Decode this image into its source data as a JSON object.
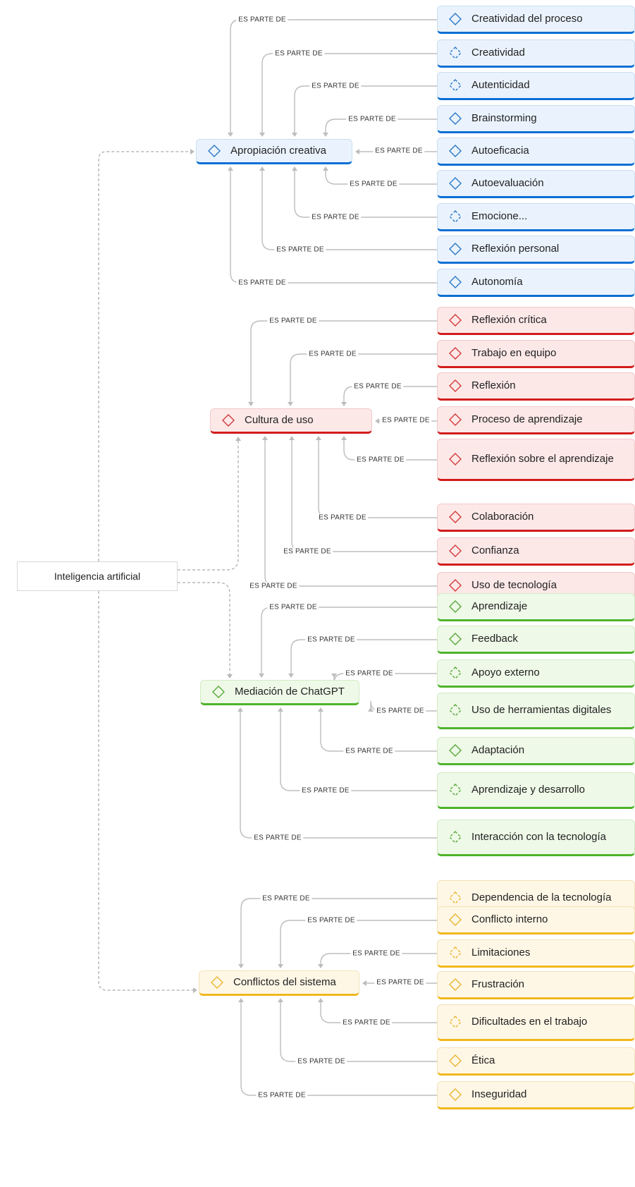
{
  "root": {
    "label": "Inteligencia artificial"
  },
  "edge_label": "ES PARTE DE",
  "groups": [
    {
      "id": "apropiacion",
      "label": "Apropiación creativa",
      "colors": {
        "bg": "#eaf3fd",
        "border": "#0b6fd4",
        "frame": "#c9ddf2",
        "icon": "#2b78c8"
      },
      "children": [
        {
          "label": "Creatividad del proceso",
          "icon": "solid"
        },
        {
          "label": "Creatividad",
          "icon": "dashed"
        },
        {
          "label": "Autenticidad",
          "icon": "dashed"
        },
        {
          "label": "Brainstorming",
          "icon": "solid"
        },
        {
          "label": "Autoeficacia",
          "icon": "solid"
        },
        {
          "label": "Autoevaluación",
          "icon": "solid"
        },
        {
          "label": "Emocione...",
          "icon": "dashed"
        },
        {
          "label": "Reflexión personal",
          "icon": "solid"
        },
        {
          "label": "Autonomía",
          "icon": "solid"
        }
      ]
    },
    {
      "id": "cultura",
      "label": "Cultura de uso",
      "colors": {
        "bg": "#fde8e8",
        "border": "#d21c1c",
        "frame": "#f1c8c8",
        "icon": "#d23a3a"
      },
      "children": [
        {
          "label": "Reflexión crítica",
          "icon": "solid"
        },
        {
          "label": "Trabajo en equipo",
          "icon": "solid"
        },
        {
          "label": "Reflexión",
          "icon": "solid"
        },
        {
          "label": "Proceso de aprendizaje",
          "icon": "solid"
        },
        {
          "label": "Reflexión sobre el aprendizaje",
          "icon": "solid"
        },
        {
          "label": "Colaboración",
          "icon": "solid"
        },
        {
          "label": "Confianza",
          "icon": "solid"
        },
        {
          "label": "Uso de tecnología",
          "icon": "solid"
        }
      ]
    },
    {
      "id": "mediacion",
      "label": "Mediación de ChatGPT",
      "colors": {
        "bg": "#eef9e8",
        "border": "#4fb32b",
        "frame": "#d2ebc4",
        "icon": "#5aa83a"
      },
      "children": [
        {
          "label": "Aprendizaje",
          "icon": "solid"
        },
        {
          "label": "Feedback",
          "icon": "solid"
        },
        {
          "label": "Apoyo externo",
          "icon": "dashed"
        },
        {
          "label": "Uso de herramientas digitales",
          "icon": "dashed"
        },
        {
          "label": "Adaptación",
          "icon": "solid"
        },
        {
          "label": "Aprendizaje y desarrollo",
          "icon": "dashed"
        },
        {
          "label": "Interacción con la tecnología",
          "icon": "dashed"
        }
      ]
    },
    {
      "id": "conflictos",
      "label": "Conflictos del sistema",
      "colors": {
        "bg": "#fff7e6",
        "border": "#f0b81c",
        "frame": "#f3e2b8",
        "icon": "#e9b531"
      },
      "children": [
        {
          "label": "Dependencia de la tecnología",
          "icon": "dashed"
        },
        {
          "label": "Conflicto interno",
          "icon": "solid"
        },
        {
          "label": "Limitaciones",
          "icon": "dashed"
        },
        {
          "label": "Frustración",
          "icon": "solid"
        },
        {
          "label": "Dificultades en el trabajo",
          "icon": "dashed"
        },
        {
          "label": "Ética",
          "icon": "solid"
        },
        {
          "label": "Inseguridad",
          "icon": "solid"
        }
      ]
    }
  ]
}
